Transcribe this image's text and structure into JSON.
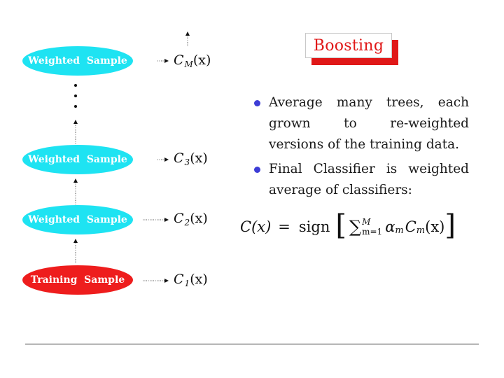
{
  "title": "Boosting",
  "samples": [
    {
      "label": "Weighted  Sample",
      "kind": "weighted"
    },
    {
      "label": "Weighted  Sample",
      "kind": "weighted"
    },
    {
      "label": "Weighted  Sample",
      "kind": "weighted"
    },
    {
      "label": "Training  Sample",
      "kind": "training"
    }
  ],
  "classifiers": {
    "cm": {
      "letter": "C",
      "sub": "M",
      "arg": "(x)"
    },
    "c3": {
      "letter": "C",
      "sub": "3",
      "arg": "(x)"
    },
    "c2": {
      "letter": "C",
      "sub": "2",
      "arg": "(x)"
    },
    "c1": {
      "letter": "C",
      "sub": "1",
      "arg": "(x)"
    }
  },
  "bullets": [
    "Average many trees, each grown to re-weighted versions of the training data.",
    "Final Classifier is weighted average of classifiers:"
  ],
  "formula": {
    "lhs": "C(x)",
    "equals": "=",
    "sign": "sign",
    "sum_upper": "M",
    "sum_lower": "m=1",
    "alpha": "α",
    "alpha_sub": "m",
    "c": "C",
    "c_sub": "m",
    "arg": "(x)"
  },
  "colors": {
    "weighted_sample": "#1ee3f2",
    "training_sample": "#ee1d1d",
    "title_red": "#e01818",
    "bullet_blue": "#3d3dd6"
  }
}
